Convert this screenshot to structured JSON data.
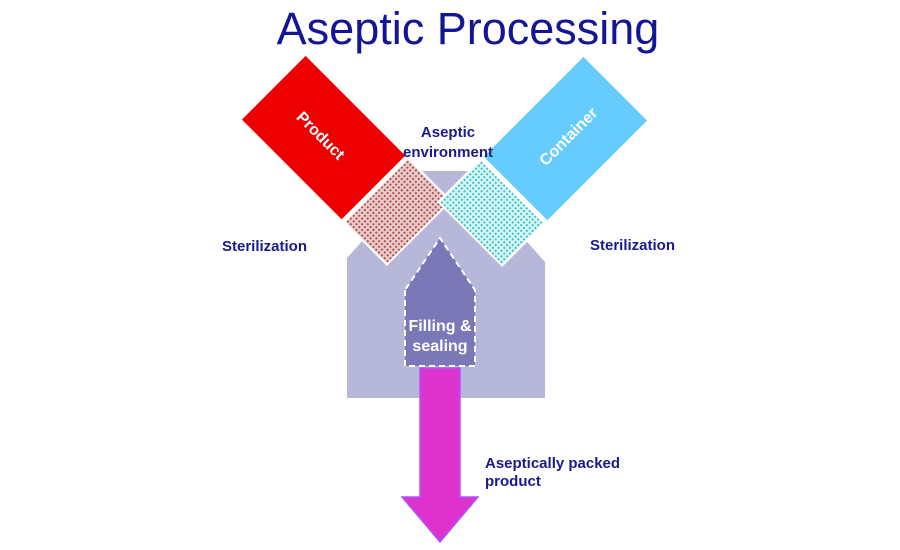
{
  "title": "Aseptic Processing",
  "labels": {
    "aseptic_environment": [
      "Aseptic",
      "environment"
    ],
    "sterilization_left": "Sterilization",
    "sterilization_right": "Sterilization",
    "filling_sealing": [
      "Filling &",
      "sealing"
    ],
    "packed_product": [
      "Aseptically packed",
      "product"
    ]
  },
  "inputs": {
    "product": "Product",
    "container": "Container"
  },
  "colors": {
    "title": "#141496",
    "label": "#1a1a8c",
    "environment": "#b7b8d9",
    "filling": "#7b78b8",
    "product": "#ee0000",
    "product_sterile": "#d9a8a8",
    "container": "#66ccff",
    "container_sterile": "#a6ecec",
    "output_arrow": "#dd33cc",
    "output_arrow_edge": "#aa55ff"
  }
}
